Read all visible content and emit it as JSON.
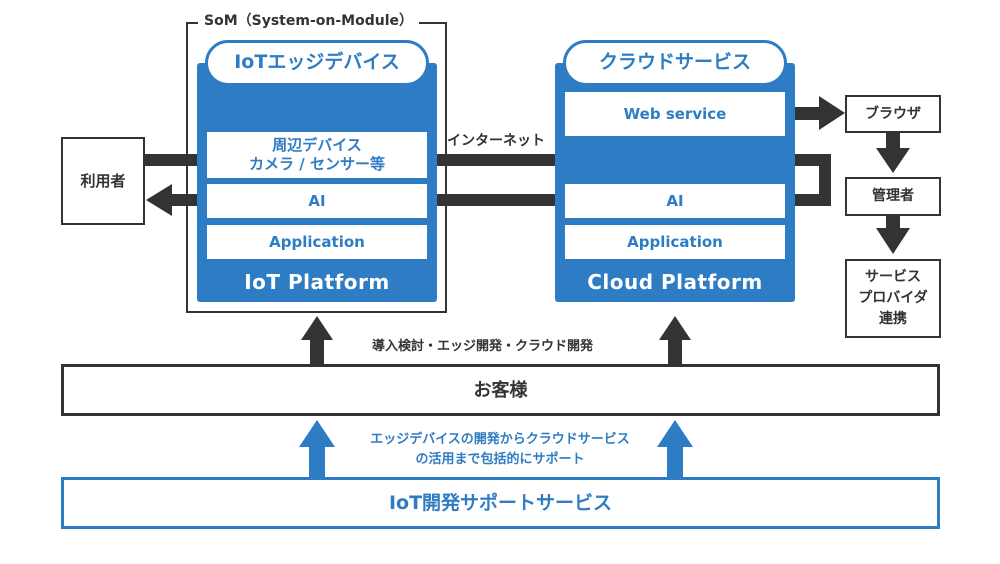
{
  "som": {
    "label": "SoM（System-on-Module）"
  },
  "iot_panel": {
    "header": "IoTエッジデバイス",
    "peripheral_line1": "周辺デバイス",
    "peripheral_line2": "カメラ / センサー等",
    "ai": "AI",
    "application": "Application",
    "platform": "IoT Platform"
  },
  "cloud_panel": {
    "header": "クラウドサービス",
    "web_service": "Web service",
    "ai": "AI",
    "application": "Application",
    "platform": "Cloud Platform"
  },
  "user": {
    "label": "利用者"
  },
  "internet": {
    "label": "インターネット"
  },
  "right_chain": {
    "browser": "ブラウザ",
    "admin": "管理者",
    "provider_line1": "サービス",
    "provider_line2": "プロバイダ",
    "provider_line3": "連携"
  },
  "customer": {
    "label": "お客様",
    "flow_label": "導入検討・エッジ開発・クラウド開発"
  },
  "support": {
    "label": "IoT開発サポートサービス",
    "desc_line1": "エッジデバイスの開発からクラウドサービス",
    "desc_line2": "の活用まで包括的にサポート"
  },
  "colors": {
    "accent": "#2e7cc4",
    "line": "#333333",
    "text_blue": "#2f7cc1"
  }
}
